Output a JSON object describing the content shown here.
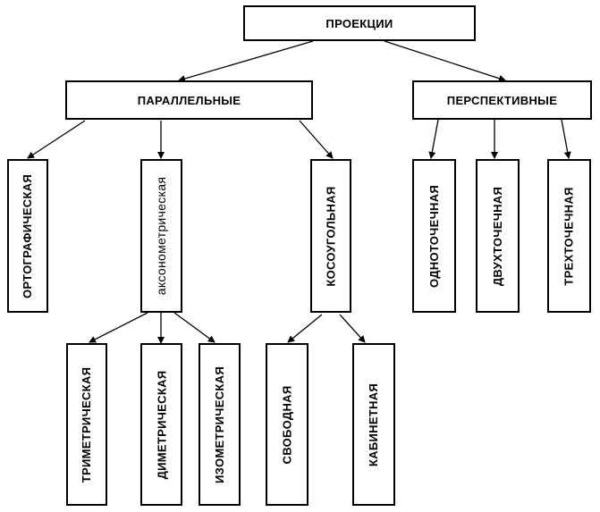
{
  "root": {
    "label": "ПРОЕКЦИИ"
  },
  "parallel": {
    "label": "ПАРАЛЛЕЛЬНЫЕ",
    "orthographic": "ОРТОГРАФИЧЕСКАЯ",
    "axonometric": "аксонометрическая",
    "oblique": "КОСОУГОЛЬНАЯ"
  },
  "perspective": {
    "label": "ПЕРСПЕКТИВНЫЕ",
    "one_point": "ОДНОТОЧЕЧНАЯ",
    "two_point": "ДВУХТОЧЕЧНАЯ",
    "three_point": "ТРЕХТОЧЕЧНАЯ"
  },
  "axonometric_types": {
    "trimetric": "ТРИМЕТРИЧЕСКАЯ",
    "dimetric": "ДИМЕТРИЧЕСКАЯ",
    "isometric": "ИЗОМЕТРИЧЕСКАЯ"
  },
  "oblique_types": {
    "free": "СВОБОДНАЯ",
    "cabinet": "КАБИНЕТНАЯ"
  }
}
